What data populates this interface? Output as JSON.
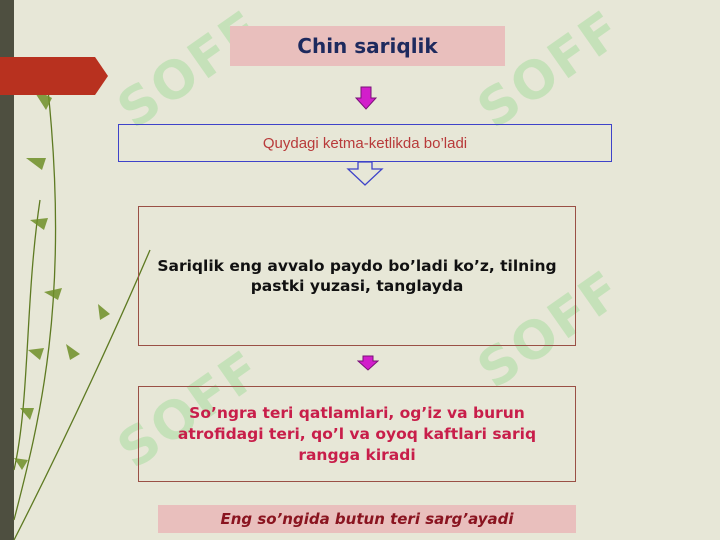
{
  "title": "Chin sariqlik",
  "subtitle": "Quydagi ketma-ketlikda bo’ladi",
  "steps": [
    "Sariqlik eng avvalo paydo bo’ladi ko’z, tilning pastki yuzasi, tanglayda",
    "So’ngra teri qatlamlari, og’iz va burun atrofidagi teri, qo’l va oyoq kaftlari sariq rangga kiradi"
  ],
  "final": "Eng so’ngida butun teri sarg’ayadi",
  "watermark": "SOFF",
  "colors": {
    "background": "#e7e7d7",
    "title_bg": "#e9bfbd",
    "title_text": "#1e2a5e",
    "accent_red": "#b8311f",
    "arrow_magenta": "#d21ecb",
    "subtitle_border": "#3e43c9",
    "subtitle_text": "#b83a3a",
    "step_border": "#9a5045",
    "step2_text": "#c81e4a",
    "final_text": "#8a1420"
  },
  "icons": [
    "down-arrow-icon",
    "hollow-down-arrow-icon",
    "leaf-vine-decoration",
    "watermark-logo"
  ]
}
